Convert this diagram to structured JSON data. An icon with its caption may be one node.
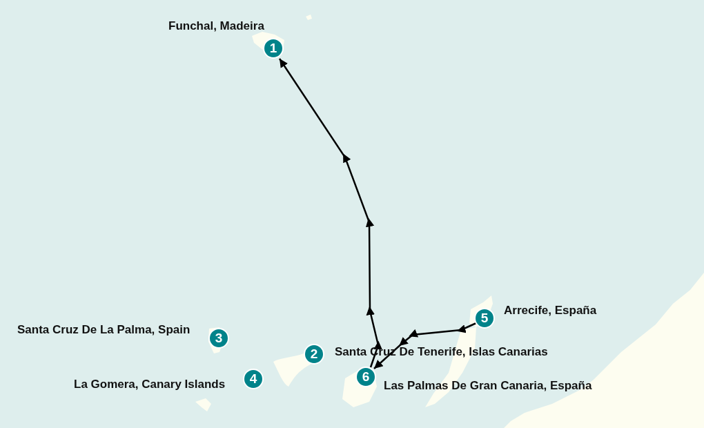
{
  "diagram": {
    "nodes": [
      {
        "text": [
          "1"
        ],
        "beside": [
          "Funchal, Madeira"
        ]
      },
      {
        "text": [
          "2"
        ],
        "beside": [
          "Santa Cruz De Tenerife, Islas Canarias"
        ]
      },
      {
        "text": [
          "3"
        ],
        "beside": [
          "Santa Cruz De La Palma, Spain"
        ]
      },
      {
        "text": [
          "4"
        ],
        "beside": [
          "La Gomera, Canary Islands"
        ]
      },
      {
        "text": [
          "5"
        ],
        "beside": [
          "Arrecife, España"
        ]
      },
      {
        "text": [
          "6"
        ],
        "beside": [
          "Las Palmas De Gran Canaria, España"
        ]
      }
    ],
    "edges": [
      {
        "from": 4,
        "to": 5,
        "arrow": "to"
      },
      {
        "from": 5,
        "to": 0,
        "arrow": "to"
      }
    ]
  }
}
